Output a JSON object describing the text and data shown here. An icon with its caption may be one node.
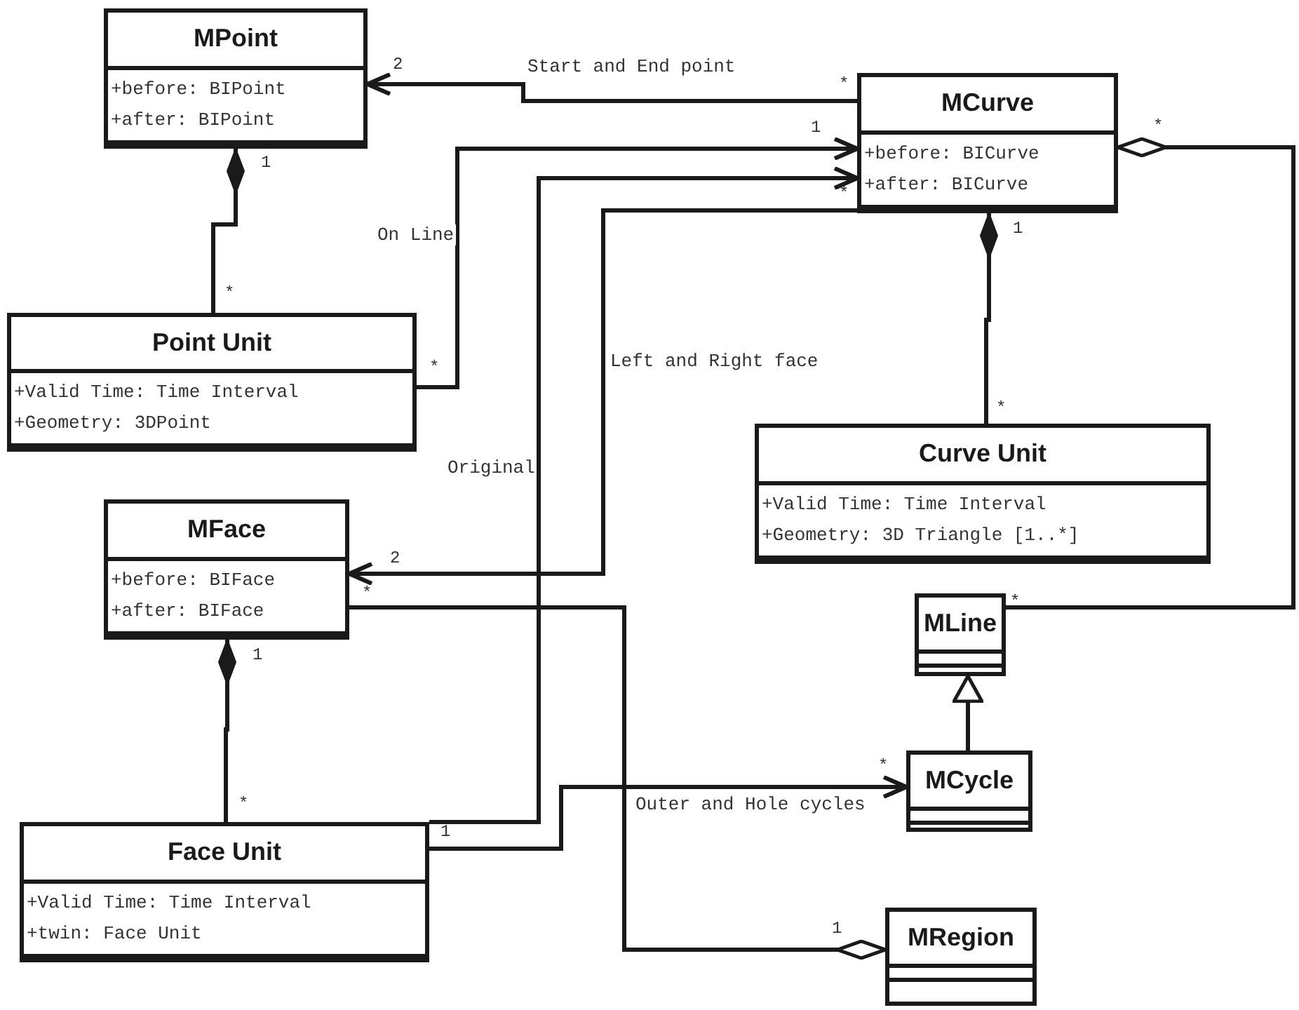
{
  "diagram": {
    "nodes": [
      {
        "text": [
          "MPoint",
          "+before: BIPoint",
          "+after: BIPoint"
        ]
      },
      {
        "text": [
          "MCurve",
          "+before: BICurve",
          "+after: BICurve"
        ]
      },
      {
        "text": [
          "Point Unit",
          "+Valid Time: Time Interval",
          "+Geometry: 3DPoint"
        ]
      },
      {
        "text": [
          "Curve Unit",
          "+Valid Time: Time Interval",
          "+Geometry: 3D Triangle [1..*]"
        ]
      },
      {
        "text": [
          "MFace",
          "+before: BIFace",
          "+after: BIFace"
        ]
      },
      {
        "text": [
          "MLine"
        ]
      },
      {
        "text": [
          "MCycle"
        ]
      },
      {
        "text": [
          "Face Unit",
          "+Valid Time: Time Interval",
          "+twin: Face Unit"
        ]
      },
      {
        "text": [
          "MRegion"
        ]
      }
    ],
    "edges": [
      {
        "from": 1,
        "to": 0,
        "arrow": "to",
        "label": "Start and End point"
      },
      {
        "from": 2,
        "to": 0,
        "arrow": "other"
      },
      {
        "from": 2,
        "to": 1,
        "arrow": "to",
        "label": "On Line"
      },
      {
        "from": 7,
        "to": 1,
        "arrow": "to",
        "label": "Original"
      },
      {
        "from": 1,
        "to": 4,
        "arrow": "to",
        "label": "Left and Right face"
      },
      {
        "from": 3,
        "to": 1,
        "arrow": "other"
      },
      {
        "from": 5,
        "to": 1,
        "arrow": "other"
      },
      {
        "from": 6,
        "to": 5,
        "arrow": "to"
      },
      {
        "from": 7,
        "to": 6,
        "arrow": "to",
        "label": "Outer and Hole cycles"
      },
      {
        "from": 4,
        "to": 8,
        "arrow": "other"
      },
      {
        "from": 7,
        "to": 4,
        "arrow": "other"
      }
    ],
    "labels": [
      "2",
      "*",
      "1",
      "*",
      "1",
      "*",
      "1",
      "*",
      "*",
      "*",
      "2",
      "*",
      "1",
      "*",
      "*",
      "*",
      "1",
      "1"
    ]
  }
}
